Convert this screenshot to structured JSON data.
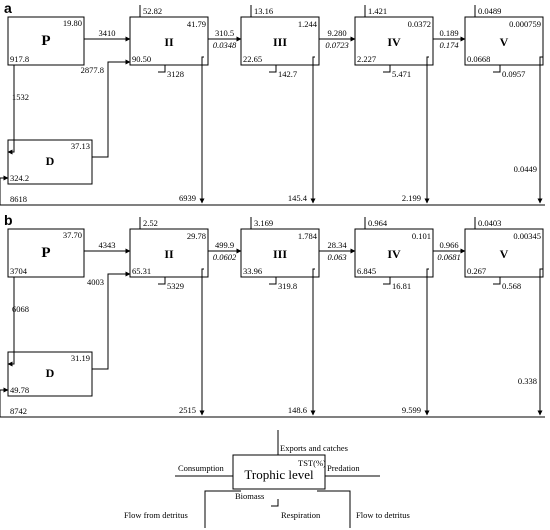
{
  "panels": [
    {
      "label": "a",
      "producers": {
        "name": "P",
        "tst": "19.80",
        "biomass": "917.8",
        "flow_to_detritus": "1532",
        "flow_to_II": "3410",
        "flow_up_to_II": "2877.8"
      },
      "detritus": {
        "name": "D",
        "tst": "37.13",
        "biomass": "324.2",
        "flow_to_detritus": "8618"
      },
      "levels": [
        {
          "name": "II",
          "export": "52.82",
          "tst": "41.79",
          "biomass": "90.50",
          "respiration": "3128",
          "to_detritus": "6939"
        },
        {
          "name": "III",
          "export": "13.16",
          "tst": "1.244",
          "biomass": "22.65",
          "respiration": "142.7",
          "to_detritus": "145.4"
        },
        {
          "name": "IV",
          "export": "1.421",
          "tst": "0.0372",
          "biomass": "2.227",
          "respiration": "5.471",
          "to_detritus": "2.199"
        },
        {
          "name": "V",
          "export": "0.0489",
          "tst": "0.000759",
          "biomass": "0.0668",
          "respiration": "0.0957",
          "to_detritus": "0.0449"
        }
      ],
      "transfers": [
        {
          "flow": "310.5",
          "efficiency": "0.0348"
        },
        {
          "flow": "9.280",
          "efficiency": "0.0723"
        },
        {
          "flow": "0.189",
          "efficiency": "0.174"
        }
      ]
    },
    {
      "label": "b",
      "producers": {
        "name": "P",
        "tst": "37.70",
        "biomass": "3704",
        "flow_to_detritus": "6068",
        "flow_to_II": "4343",
        "flow_up_to_II": "4003"
      },
      "detritus": {
        "name": "D",
        "tst": "31.19",
        "biomass": "49.78",
        "flow_to_detritus": "8742"
      },
      "levels": [
        {
          "name": "II",
          "export": "2.52",
          "tst": "29.78",
          "biomass": "65.31",
          "respiration": "5329",
          "to_detritus": "2515"
        },
        {
          "name": "III",
          "export": "3.169",
          "tst": "1.784",
          "biomass": "33.96",
          "respiration": "319.8",
          "to_detritus": "148.6"
        },
        {
          "name": "IV",
          "export": "0.964",
          "tst": "0.101",
          "biomass": "6.845",
          "respiration": "16.81",
          "to_detritus": "9.599"
        },
        {
          "name": "V",
          "export": "0.0403",
          "tst": "0.00345",
          "biomass": "0.267",
          "respiration": "0.568",
          "to_detritus": "0.338"
        }
      ],
      "transfers": [
        {
          "flow": "499.9",
          "efficiency": "0.0602"
        },
        {
          "flow": "28.34",
          "efficiency": "0.063"
        },
        {
          "flow": "0.966",
          "efficiency": "0.0681"
        }
      ]
    }
  ],
  "legend": {
    "exports": "Exports and catches",
    "tst": "TST(%)",
    "consumption": "Consumption",
    "title": "Trophic level",
    "predation": "Predation",
    "biomass": "Biomass",
    "flow_from_detritus": "Flow from detritus",
    "respiration": "Respiration",
    "flow_to_detritus": "Flow to detritus"
  }
}
